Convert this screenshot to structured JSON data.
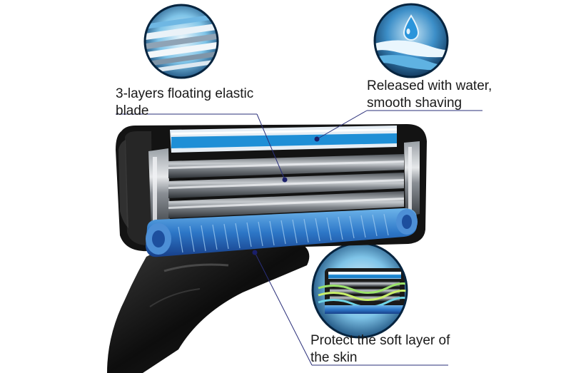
{
  "callouts": {
    "blade": {
      "line1": "3-layers floating elastic",
      "line2": "blade",
      "icon": "blade-layers-icon"
    },
    "water": {
      "line1": "Released with water,",
      "line2": "smooth shaving",
      "icon": "water-drop-icon"
    },
    "skin": {
      "line1": "Protect the soft layer of",
      "line2": "the skin",
      "icon": "skin-wave-icon"
    }
  },
  "colors": {
    "accent_blue": "#1f8fd6",
    "dark_blue": "#1d4f9e",
    "cartridge_black": "#121212",
    "leader_line": "#2a2f7a"
  }
}
